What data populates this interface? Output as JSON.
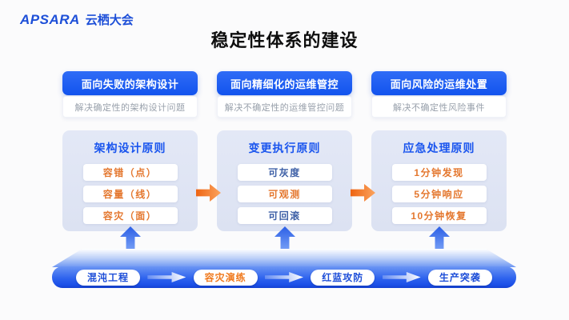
{
  "logo": {
    "brand": "APSARA",
    "event": "云栖大会"
  },
  "title": "稳定性体系的建设",
  "colors": {
    "header_blue": "#1e5ff2",
    "panel_bg": "#dfe4f3",
    "panel_title_blue": "#1a55ee",
    "item_orange": "#e4772e",
    "item_blue": "#3d5fa6",
    "subtitle_gray": "#98a0ab",
    "arrow_orange": "#ee6412",
    "platform_blue": "#2e63ee",
    "bottom_text_blue": "#1d4ed8",
    "bottom_text_orange": "#f07a1e"
  },
  "columns": [
    {
      "header": "面向失败的架构设计",
      "subtitle": "解决确定性的架构设计问题",
      "panel_title": "架构设计原则",
      "items": [
        {
          "label": "容错（点）",
          "color": "orange"
        },
        {
          "label": "容量（线）",
          "color": "orange"
        },
        {
          "label": "容灾（面）",
          "color": "orange"
        }
      ]
    },
    {
      "header": "面向精细化的运维管控",
      "subtitle": "解决不确定性的运维管控问题",
      "panel_title": "变更执行原则",
      "items": [
        {
          "label": "可灰度",
          "color": "blue"
        },
        {
          "label": "可观测",
          "color": "orange"
        },
        {
          "label": "可回滚",
          "color": "blue"
        }
      ]
    },
    {
      "header": "面向风险的运维处置",
      "subtitle": "解决不确定性风险事件",
      "panel_title": "应急处理原则",
      "items": [
        {
          "label": "1分钟发现",
          "color": "orange"
        },
        {
          "label": "5分钟响应",
          "color": "orange"
        },
        {
          "label": "10分钟恢复",
          "color": "orange"
        }
      ]
    }
  ],
  "bottom_bar": {
    "items": [
      {
        "label": "混沌工程",
        "color": "blue"
      },
      {
        "label": "容灾演练",
        "color": "orange"
      },
      {
        "label": "红蓝攻防",
        "color": "blue"
      },
      {
        "label": "生产突袭",
        "color": "blue"
      }
    ]
  }
}
